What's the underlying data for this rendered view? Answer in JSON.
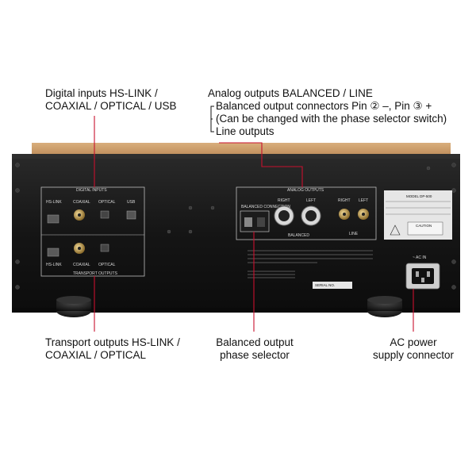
{
  "callouts": {
    "digital_inputs": [
      "Digital inputs  HS-LINK /",
      "COAXIAL / OPTICAL / USB"
    ],
    "analog_outputs": {
      "title": "Analog outputs  BALANCED / LINE",
      "balanced": "Balanced output connectors Pin ② –, Pin ③ +",
      "note": "(Can be changed with the phase selector switch)",
      "line": "Line outputs"
    },
    "transport_outputs": [
      "Transport outputs  HS-LINK /",
      "COAXIAL / OPTICAL"
    ],
    "phase_selector": [
      "Balanced output",
      "phase selector"
    ],
    "ac_power": [
      "AC power",
      "supply connector"
    ]
  },
  "panel": {
    "digital_inputs_title": "DIGITAL INPUTS",
    "transport_outputs_title": "TRANSPORT OUTPUTS",
    "analog_outputs_title": "ANALOG OUTPUTS",
    "hs_link": "HS-LINK",
    "coaxial": "COAXIAL",
    "optical": "OPTICAL",
    "usb": "USB",
    "balanced": "BALANCED",
    "line": "LINE",
    "right": "RIGHT",
    "left": "LEFT",
    "balanced_connection": "BALANCED CONNECTION",
    "ac_in": "~ AC IN",
    "model": "MODEL DP-500",
    "caution": "CAUTION",
    "serial": "SERIAL NO."
  },
  "colors": {
    "leader_line": "#c8102e",
    "chassis": "#161616",
    "wood": "#c89a66"
  }
}
